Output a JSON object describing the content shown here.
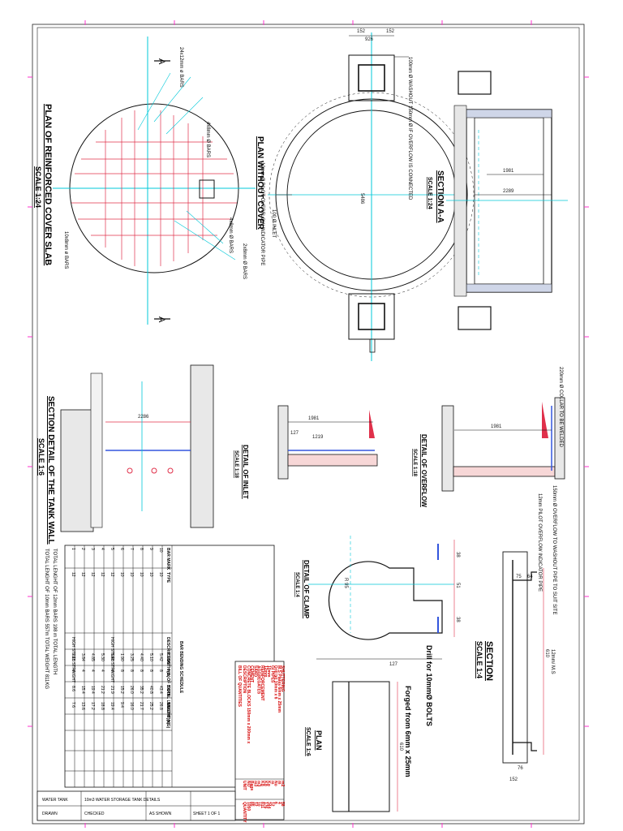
{
  "titles": {
    "plan_cover_slab": "PLAN OF REINFORCED COVER SLAB",
    "plan_cover_slab_scale": "SCALE 1:24",
    "plan_without_cover": "PLAN WITHOUT COVER",
    "section_aa": "SECTION A-A",
    "section_aa_scale": "SCALE 1:24",
    "section_tank_wall": "SECTION DETAIL OF THE TANK WALL",
    "section_tank_wall_scale": "SCALE 1:6",
    "detail_inlet": "DETAIL OF INLET",
    "detail_inlet_scale": "SCALE 1:18",
    "detail_overflow": "DETAIL OF OVERFLOW",
    "detail_overflow_scale": "SCALE 1:18",
    "detail_clamp": "DETAIL OF CLAMP",
    "detail_clamp_scale": "SCALE 1:4",
    "section_clamp": "SECTION",
    "section_clamp_scale": "SCALE 1:4",
    "plan_clamp": "PLAN",
    "plan_clamp_scale": "SCALE 1:6"
  },
  "section_marks": {
    "a_top": "A",
    "a_bottom": "A"
  },
  "annotations": {
    "washout": "100mm Ø WASHOUT 150mm Ø IF OVERFLOW IS CONNECTED",
    "inlet": "100 Ø INLET",
    "pilot_overflow_plan": "12mm Ø PILOT OVERFLOW INDICATOR PIPE",
    "collar": "220mm Ø COLLAR TO BE WELDED",
    "overflow_washout": "150mm Ø OVERFLOW TO WASHOUT PIPE TO SUIT SITE",
    "pilot_overflow_detail": "12mm PILOT OVERFLOW INDICATOR PIPE",
    "drill": "Drill for 10mmØ BOLTS",
    "forged": "Forged from 6mm x 25mm",
    "clamp_size": "12mm/ M.S"
  },
  "dimensions": {
    "top_152a": "152",
    "top_926": "926",
    "top_152b": "152",
    "dia_5486": "5486",
    "d_1981": "1981",
    "d_2289": "2289",
    "inlet_1981": "1981",
    "inlet_127": "127",
    "inlet_1219": "1219",
    "overflow_1981": "1981",
    "clamp_38a": "38",
    "clamp_51": "51",
    "clamp_38b": "38",
    "clamp_127": "127",
    "clamp_r": "R 95",
    "sec_75": "75",
    "sec_64": "64",
    "sec_610": "610",
    "sec_152": "152",
    "sec_76": "76",
    "plan_610": "610"
  },
  "bbs_table": {
    "title": "BAR BENDING SCHEDULE",
    "headers": [
      "BAR MARK",
      "TYPE",
      "DESCRIPTION",
      "LENGTH (m)",
      "NO. OF BARS",
      "TOTAL LENGTH (m)",
      "WEIGHT (KG)"
    ],
    "rows": [
      [
        "1",
        "12",
        "HIGH STEEL STRAIGHT",
        "2.15",
        "4",
        "8.6",
        "7.6"
      ],
      [
        "2",
        "12",
        "",
        "3.84",
        "4",
        "15.4",
        "13.6"
      ],
      [
        "3",
        "12",
        "",
        "4.85",
        "4",
        "19.4",
        "17.2"
      ],
      [
        "4",
        "12",
        "",
        "5.30",
        "4",
        "21.2",
        "18.8"
      ],
      [
        "5",
        "12",
        "HIGH STEEL STRAIGHT",
        "5.48",
        "4",
        "21.9",
        "19.4"
      ],
      [
        "6",
        "10",
        "",
        "1.90",
        "8",
        "15.2",
        "9.4"
      ],
      [
        "7",
        "10",
        "",
        "3.25",
        "8",
        "26.0",
        "16.0"
      ],
      [
        "8",
        "10",
        "",
        "4.40",
        "8",
        "35.2",
        "21.7"
      ],
      [
        "9",
        "10",
        "",
        "5.10",
        "8",
        "40.8",
        "25.2"
      ],
      [
        "10",
        "10",
        "",
        "5.42",
        "8",
        "43.4",
        "26.8"
      ]
    ],
    "totals_12": "TOTAL LENGHT OF 12mm BARS 198 m  TOTAL LENGTH",
    "totals_10": "TOTAL LENGHT OF 10mm BARS 557m    TOTAL WEIGHT 811KG"
  },
  "boq_table": {
    "title": "BILL OF QUANTITIES",
    "headers": [
      "DESCRIPTION",
      "UNIT",
      "QUANTITY"
    ],
    "rows": [
      [
        "CONCRETE BLOCKS 150mm x 200mm x",
        "NO",
        "1050"
      ],
      [
        "CEMENT",
        "Bags",
        "85"
      ],
      [
        "SAND",
        "m3",
        "12"
      ],
      [
        "AGGREGATES",
        "m3",
        "10"
      ],
      [
        "REINFORCEMENT",
        "Kg",
        "811"
      ],
      [
        "12mm",
        "Kg",
        "176"
      ],
      [
        "10mm",
        "Kg",
        "344"
      ],
      [
        "GI PIPES",
        "m",
        "12"
      ],
      [
        "Drill bit 10mm x 6",
        "No",
        "6"
      ],
      [
        "M.S Plates 6mm x 25mm",
        "m",
        "4"
      ],
      [
        "SHUTTERING",
        "m2",
        "58"
      ]
    ]
  },
  "title_block": {
    "project": "WATER TANK",
    "description": "10m3 WATER STORAGE TANK DETAILS",
    "drawn": "DRAWN",
    "checked": "CHECKED",
    "scale": "AS SHOWN",
    "sheet": "SHEET 1 OF 1"
  },
  "colors": {
    "line": "#111111",
    "centerline": "#00c8d8",
    "rebar": "#e0304a",
    "cut": "#3355dd",
    "accent": "#ff00cc",
    "sheet_ticks": "#ff33cc"
  }
}
